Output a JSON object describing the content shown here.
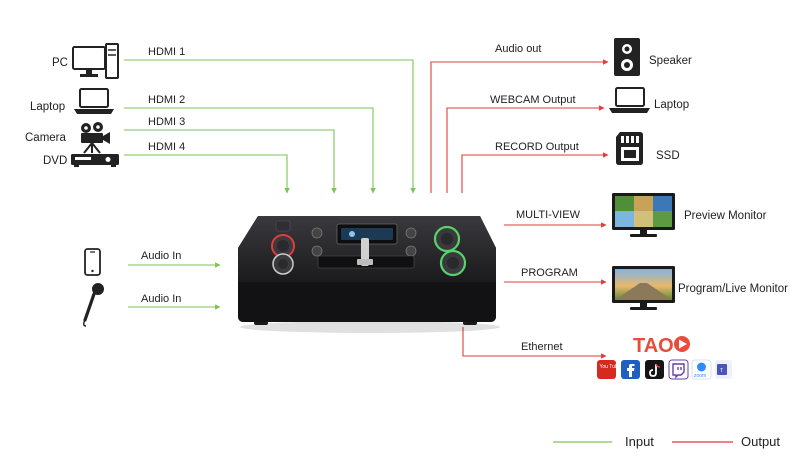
{
  "colors": {
    "input": "#7dc35a",
    "output": "#e23b3b",
    "device": "#1c1c1e",
    "tao": "#e84c3d"
  },
  "inputs": {
    "pc": {
      "device": "PC",
      "line": "HDMI 1"
    },
    "laptop": {
      "device": "Laptop",
      "line": "HDMI 2"
    },
    "camera": {
      "device": "Camera",
      "line": "HDMI 3"
    },
    "dvd": {
      "device": "DVD",
      "line": "HDMI 4"
    },
    "phone_audio": "Audio In",
    "mic_audio": "Audio In"
  },
  "outputs": {
    "speaker": {
      "device": "Speaker",
      "line": "Audio out"
    },
    "laptop": {
      "device": "Laptop",
      "line": "WEBCAM Output"
    },
    "ssd": {
      "device": "SSD",
      "line": "RECORD Output"
    },
    "preview": {
      "device": "Preview Monitor",
      "line": "MULTI-VIEW"
    },
    "program": {
      "device": "Program/Live Monitor",
      "line": "PROGRAM"
    },
    "ethernet": {
      "line": "Ethernet"
    }
  },
  "streaming": {
    "logo": "TAO",
    "icons": [
      "youtube-icon",
      "facebook-icon",
      "tiktok-icon",
      "twitch-icon",
      "zoom-icon",
      "teams-icon"
    ],
    "youtube_label": "You Tube",
    "zoom_label": "zoom",
    "teams_label": "T"
  },
  "legend": {
    "input": "Input",
    "output": "Output"
  }
}
